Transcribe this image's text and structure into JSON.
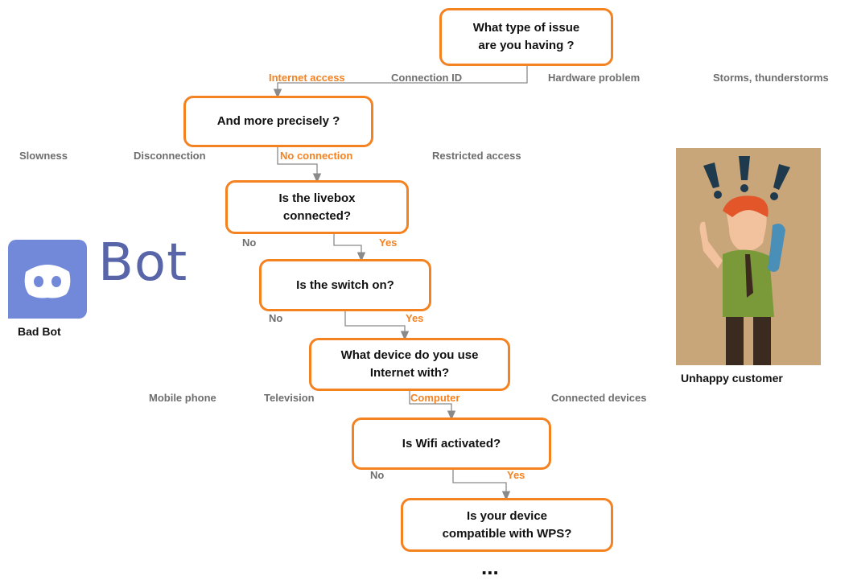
{
  "nodes": {
    "q1": "What type of issue\nare you having ?",
    "q2": "And more precisely  ?",
    "q3": "Is the livebox\nconnected?",
    "q4": "Is the switch on?",
    "q5": "What device  do you use\nInternet with?",
    "q6": "Is Wifi  activated?",
    "q7": "Is your device\ncompatible  with WPS?"
  },
  "options": {
    "issue_type": [
      "Internet access",
      "Connection ID",
      "Hardware problem",
      "Storms, thunderstorms"
    ],
    "precise": [
      "Slowness",
      "Disconnection",
      "No connection",
      "Restricted access"
    ],
    "livebox": [
      "No",
      "Yes"
    ],
    "switch": [
      "No",
      "Yes"
    ],
    "device": [
      "Mobile phone",
      "Television",
      "Computer",
      "Connected devices"
    ],
    "wifi": [
      "No",
      "Yes"
    ]
  },
  "selected_color": "#f58220",
  "box_border_color": "#f58220",
  "option_color": "#6e6e6e",
  "bot_caption": "Bad Bot",
  "bot_logo_text": "Bot",
  "customer_caption": "Unhappy customer",
  "continuation": "..."
}
